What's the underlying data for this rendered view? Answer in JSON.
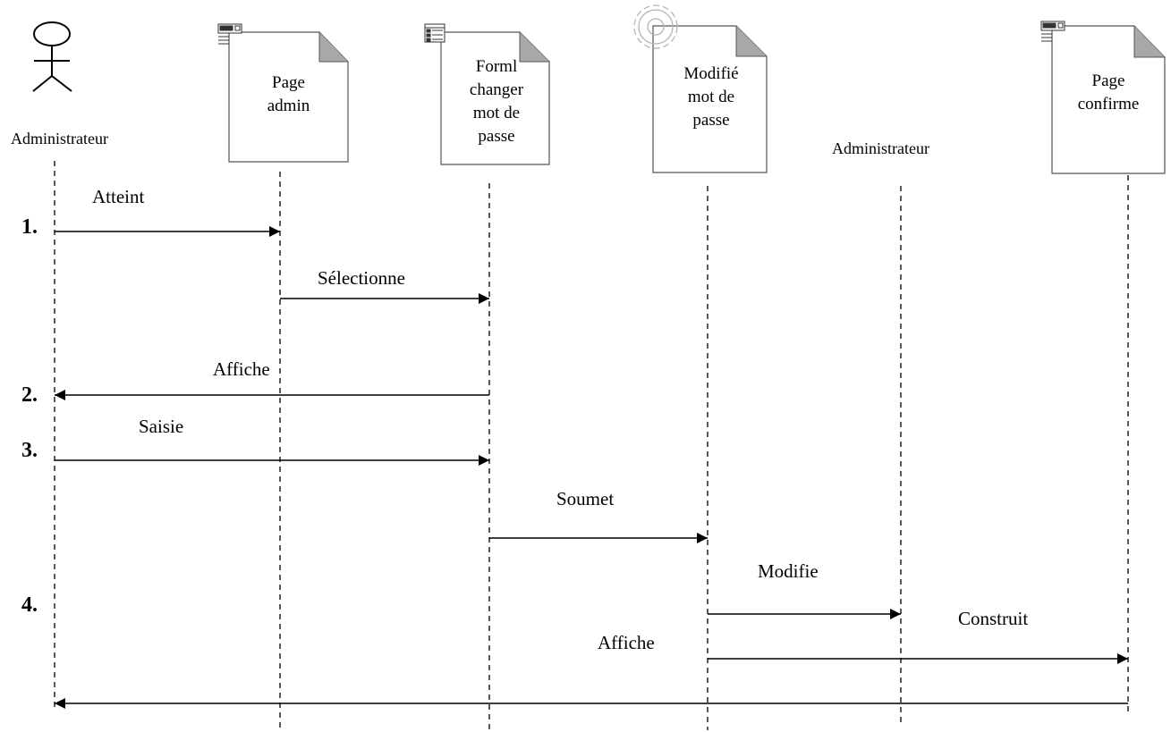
{
  "participants": {
    "admin_actor": {
      "label": "Administrateur",
      "icon": "stick-figure-actor-icon"
    },
    "page_admin": {
      "label": "Page\nadmin",
      "icon": "web-page-icon"
    },
    "form_change_password": {
      "label": "Forml\nchanger\nmot de\npasse",
      "icon": "web-form-icon"
    },
    "modify_password": {
      "label": "Modifié\nmot de\npasse",
      "icon": "gear-icon"
    },
    "admin_entity": {
      "label": "Administrateur"
    },
    "page_confirm": {
      "label": "Page\nconfirme",
      "icon": "web-page-icon"
    }
  },
  "steps": [
    "1.",
    "2.",
    "3.",
    "4."
  ],
  "messages": [
    {
      "label": "Atteint",
      "from": "admin_actor",
      "to": "page_admin"
    },
    {
      "label": "Sélectionne",
      "from": "page_admin",
      "to": "form_change_password"
    },
    {
      "label": "Affiche",
      "from": "form_change_password",
      "to": "admin_actor"
    },
    {
      "label": "Saisie",
      "from": "admin_actor",
      "to": "form_change_password"
    },
    {
      "label": "Soumet",
      "from": "form_change_password",
      "to": "modify_password"
    },
    {
      "label": "Modifie",
      "from": "modify_password",
      "to": "admin_entity"
    },
    {
      "label": "Construit",
      "from": "modify_password",
      "to": "page_confirm"
    },
    {
      "label": "Affiche",
      "from": "page_confirm",
      "to": "admin_actor"
    }
  ],
  "colors": {
    "line": "#000000",
    "doc_fill": "#ffffff",
    "doc_stroke": "#555555",
    "doc_fold": "#a8a8a8",
    "gear": "#b5b5b5"
  }
}
